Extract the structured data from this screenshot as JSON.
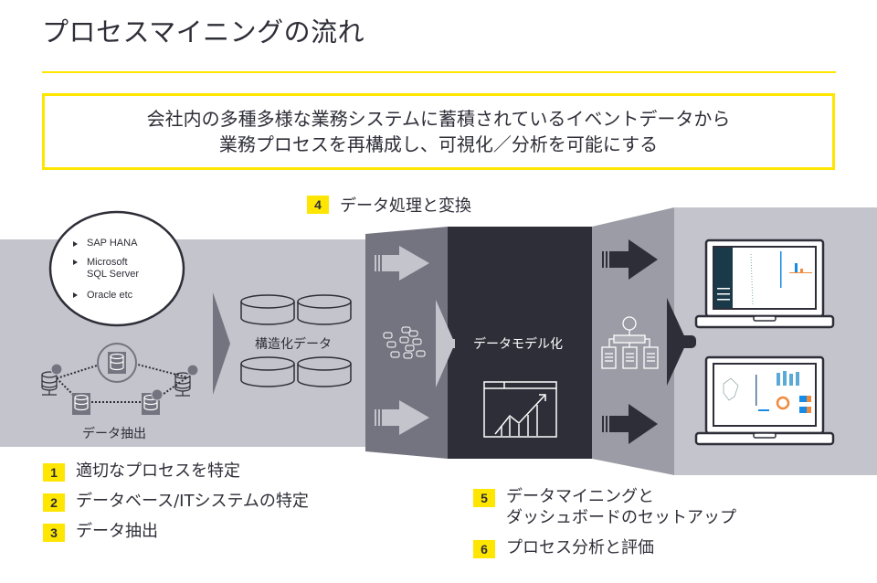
{
  "title": "プロセスマイニングの流れ",
  "summary": {
    "line1": "会社内の多種多様な業務システムに蓄積されているイベントデータから",
    "line2": "業務プロセスを再構成し、可視化／分析を可能にする"
  },
  "sources": {
    "items": [
      "SAP HANA",
      "Microsoft",
      "SQL Server",
      "Oracle etc"
    ],
    "extraction_label": "データ抽出"
  },
  "structured_data_label": "構造化データ",
  "data_model_label": "データモデル化",
  "steps": [
    {
      "number": "1",
      "label": "適切なプロセスを特定"
    },
    {
      "number": "2",
      "label": "データベース/ITシステムの特定"
    },
    {
      "number": "3",
      "label": "データ抽出"
    },
    {
      "number": "4",
      "label": "データ処理と変換"
    },
    {
      "number": "5",
      "label": "データマイニングと",
      "label2": "ダッシュボードのセットアップ"
    },
    {
      "number": "6",
      "label": "プロセス分析と評価"
    }
  ],
  "colors": {
    "accent": "#ffe600",
    "dark": "#2e2e38",
    "band_light": "#c4c4cd",
    "band_mid": "#747480",
    "band_mid2": "#9c9ca6",
    "teal": "#188ce5"
  }
}
